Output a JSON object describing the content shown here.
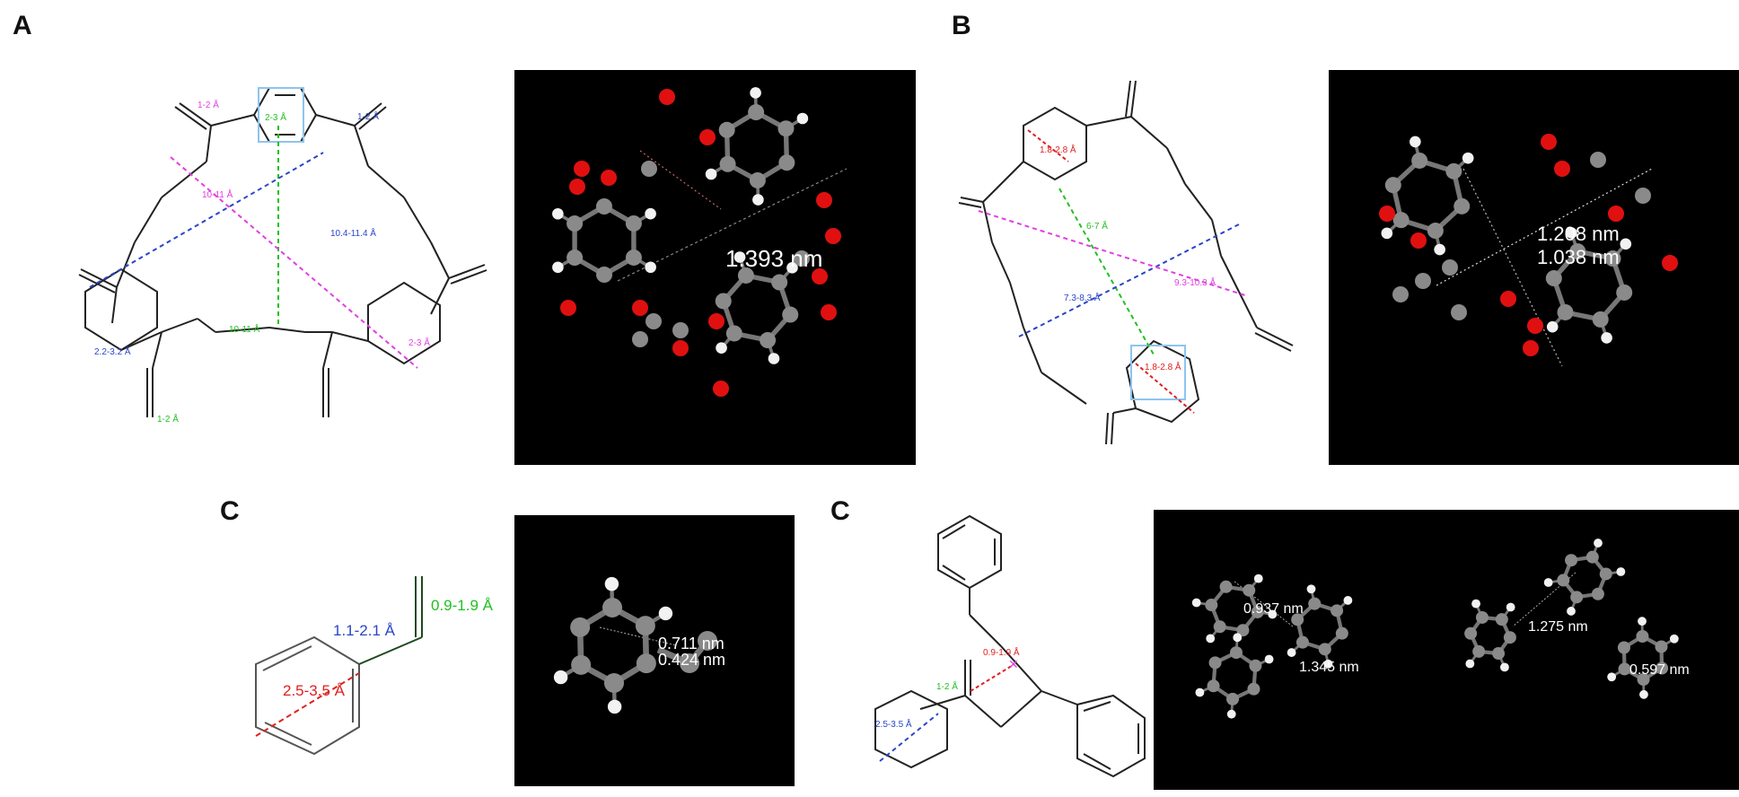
{
  "panels": {
    "A": {
      "letter": "A",
      "labels": {
        "top_left_co": "1-2 Å",
        "top_ring": "2-3 Å",
        "top_right_co": "1-2 Å",
        "upper_left_diag": "10-11 Å",
        "main_diag": "10.4-11.4 Å",
        "left_ring": "2.2-3.2 Å",
        "vertical": "10-11 Å",
        "right_ring": "2-3 Å",
        "bottom_co": "1-2 Å"
      },
      "render_label": "1.393 nm"
    },
    "B": {
      "letter": "B",
      "labels": {
        "top_ring": "1.8-2.8 Å",
        "green_diag": "6-7 Å",
        "blue_diag": "7.3-8.3 Å",
        "magenta_diag": "9.3-10.3 Å",
        "bottom_ring": "1.8-2.8 Å"
      },
      "render_labels": [
        "1.208 nm",
        "1.038 nm"
      ]
    },
    "C1": {
      "letter": "C",
      "labels": {
        "vinyl": "1.1-2.1 Å",
        "double_bond": "0.9-1.9 Å",
        "ring": "2.5-3.5 Å"
      },
      "render_labels": [
        "0.711 nm",
        "0.424 nm"
      ]
    },
    "C2": {
      "letter": "C",
      "labels": {
        "cross": "0.9-1.9 Å",
        "double_bond": "1-2 Å",
        "ring": "2.5-3.5 Å"
      },
      "render_labels": [
        "0.937 nm",
        "1.345 nm",
        "1.275 nm",
        "0.597 nm"
      ]
    }
  },
  "colors": {
    "bond": "#222222",
    "blue": "#2a45c8",
    "green": "#22c022",
    "magenta": "#e040e0",
    "red": "#e02020",
    "carbon": "#8a8a8a",
    "oxygen": "#e01010",
    "hydrogen": "#f2f2f2",
    "render_bg": "#000000"
  }
}
